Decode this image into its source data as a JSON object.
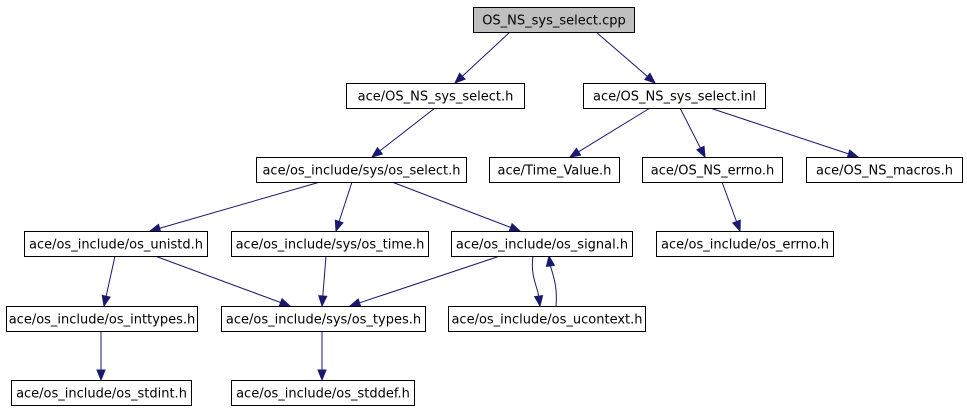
{
  "diagram": {
    "type": "include-dependency-graph",
    "nodes": [
      {
        "id": "root",
        "label": "OS_NS_sys_select.cpp",
        "root": true
      },
      {
        "id": "h",
        "label": "ace/OS_NS_sys_select.h"
      },
      {
        "id": "inl",
        "label": "ace/OS_NS_sys_select.inl"
      },
      {
        "id": "select",
        "label": "ace/os_include/sys/os_select.h"
      },
      {
        "id": "timevalue",
        "label": "ace/Time_Value.h"
      },
      {
        "id": "errno",
        "label": "ace/OS_NS_errno.h"
      },
      {
        "id": "macros",
        "label": "ace/OS_NS_macros.h"
      },
      {
        "id": "unistd",
        "label": "ace/os_include/os_unistd.h"
      },
      {
        "id": "systime",
        "label": "ace/os_include/sys/os_time.h"
      },
      {
        "id": "signal",
        "label": "ace/os_include/os_signal.h"
      },
      {
        "id": "oserrno",
        "label": "ace/os_include/os_errno.h"
      },
      {
        "id": "inttypes",
        "label": "ace/os_include/os_inttypes.h"
      },
      {
        "id": "systypes",
        "label": "ace/os_include/sys/os_types.h"
      },
      {
        "id": "ucontext",
        "label": "ace/os_include/os_ucontext.h"
      },
      {
        "id": "stdint",
        "label": "ace/os_include/os_stdint.h"
      },
      {
        "id": "stddef",
        "label": "ace/os_include/os_stddef.h"
      }
    ],
    "edges": [
      {
        "from": "root",
        "to": "h"
      },
      {
        "from": "root",
        "to": "inl"
      },
      {
        "from": "h",
        "to": "select"
      },
      {
        "from": "inl",
        "to": "timevalue"
      },
      {
        "from": "inl",
        "to": "errno"
      },
      {
        "from": "inl",
        "to": "macros"
      },
      {
        "from": "select",
        "to": "unistd"
      },
      {
        "from": "select",
        "to": "systime"
      },
      {
        "from": "select",
        "to": "signal"
      },
      {
        "from": "errno",
        "to": "oserrno"
      },
      {
        "from": "unistd",
        "to": "inttypes"
      },
      {
        "from": "unistd",
        "to": "systypes"
      },
      {
        "from": "systime",
        "to": "systypes"
      },
      {
        "from": "signal",
        "to": "systypes"
      },
      {
        "from": "signal",
        "to": "ucontext"
      },
      {
        "from": "ucontext",
        "to": "signal"
      },
      {
        "from": "inttypes",
        "to": "stdint"
      },
      {
        "from": "systypes",
        "to": "stddef"
      }
    ]
  }
}
